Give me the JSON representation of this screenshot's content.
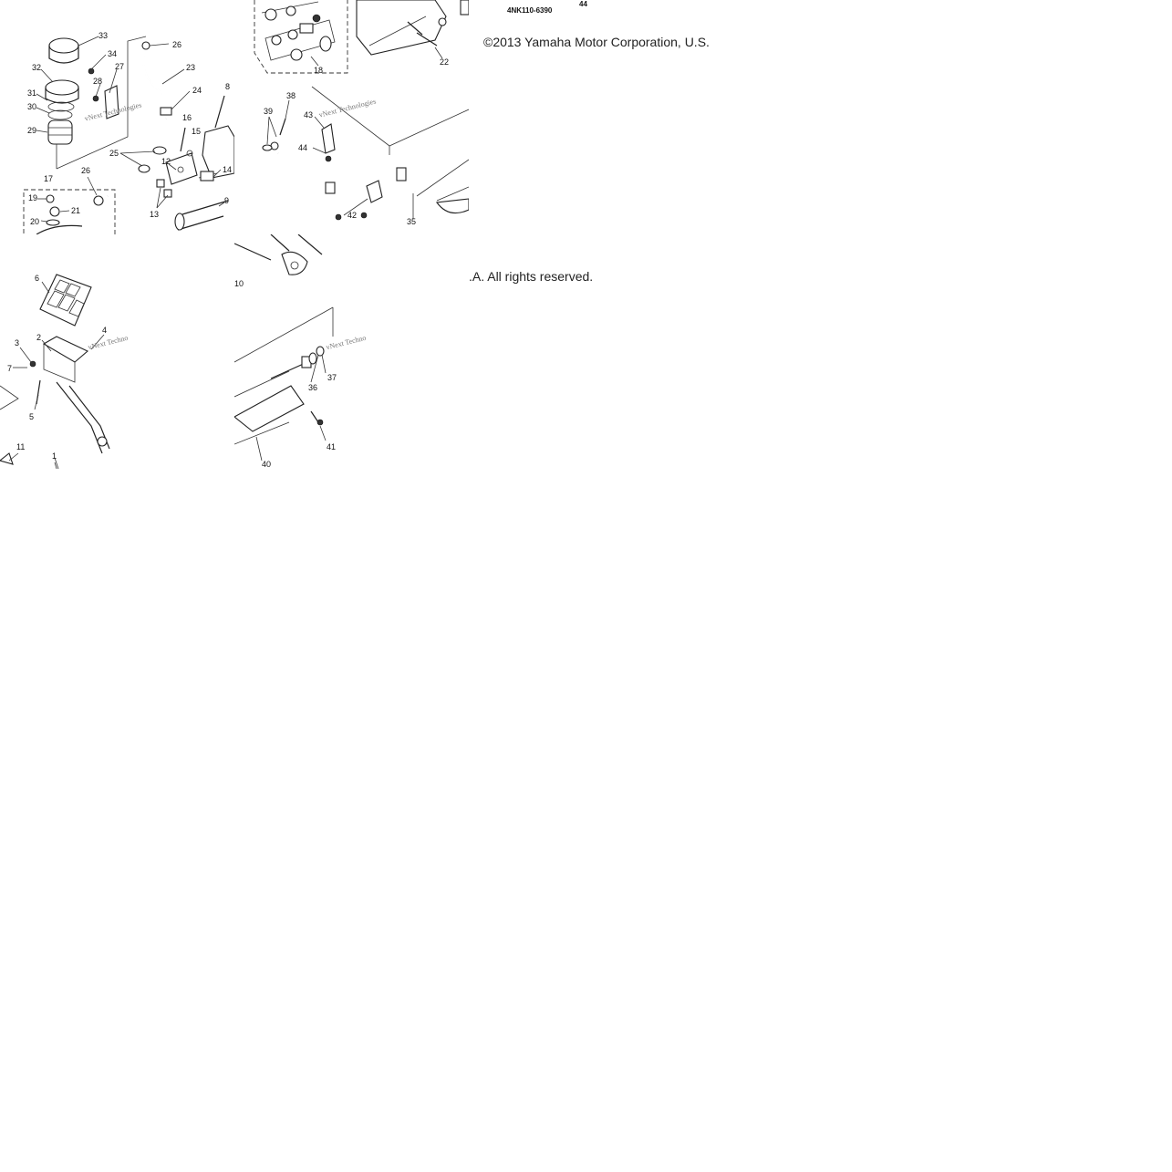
{
  "tiles": {
    "top_left": {
      "labels": [
        "33",
        "34",
        "32",
        "27",
        "28",
        "31",
        "30",
        "29",
        "26",
        "23",
        "24",
        "8",
        "16",
        "15",
        "25",
        "12",
        "14",
        "9",
        "13",
        "26",
        "17",
        "19",
        "21",
        "20"
      ],
      "watermark": "vNext Technologies"
    },
    "top_right": {
      "labels": [
        "18",
        "22",
        "38",
        "39",
        "43",
        "44",
        "42",
        "35"
      ],
      "part_code": "4NK110-6390",
      "label_44_top": "44",
      "watermark": "vNext Technologies"
    },
    "bottom_left": {
      "labels": [
        "6",
        "4",
        "2",
        "3",
        "7",
        "5",
        "11",
        "1"
      ],
      "watermark": "vNext Techno"
    },
    "bottom_right": {
      "labels": [
        "10",
        "37",
        "36",
        "41",
        "40"
      ],
      "watermark": "vNext Techno"
    }
  },
  "copyright": {
    "line1": "©2013 Yamaha Motor Corporation, U.S.",
    "line2": ".A. All rights reserved."
  }
}
